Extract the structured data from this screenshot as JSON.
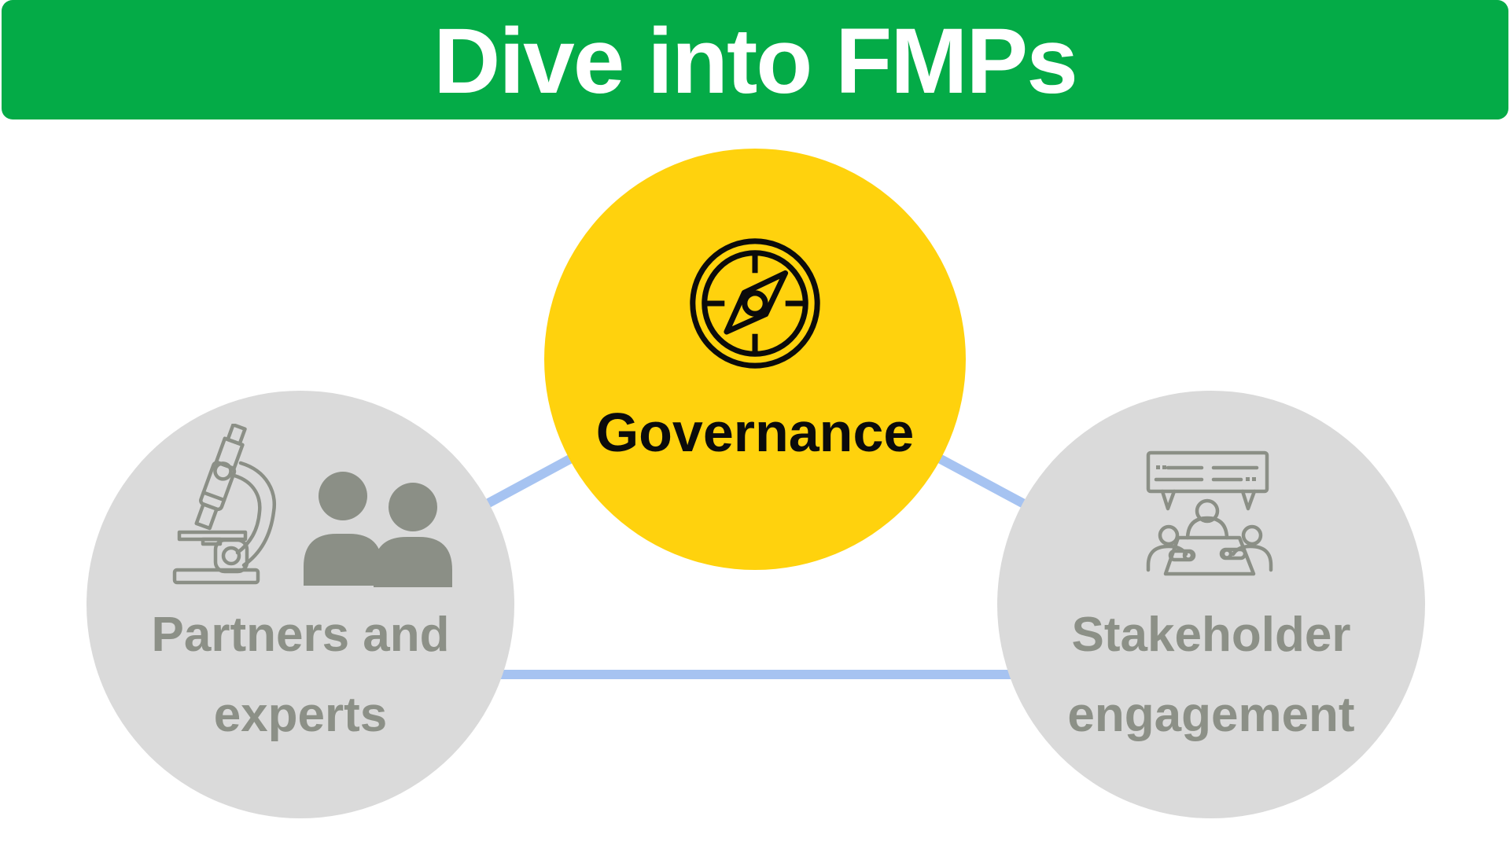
{
  "header": {
    "title": "Dive into FMPs",
    "bg_color": "#04AB47",
    "text_color": "#FFFFFF"
  },
  "nodes": {
    "governance": {
      "label": "Governance",
      "icon": "compass-icon",
      "bg_color": "#FFD20D",
      "text_color": "#0B0B0B"
    },
    "partners": {
      "line1": "Partners and",
      "line2": "experts",
      "icons": [
        "microscope-icon",
        "people-icon"
      ],
      "bg_color": "#DADADA",
      "text_color": "#8C9087"
    },
    "stakeholder": {
      "line1": "Stakeholder",
      "line2": "engagement",
      "icon": "meeting-presentation-icon",
      "bg_color": "#DADADA",
      "text_color": "#8C9087"
    }
  },
  "connectors": {
    "color": "#A6C3F1",
    "edges": [
      "partners-governance",
      "governance-stakeholder",
      "partners-stakeholder"
    ]
  }
}
